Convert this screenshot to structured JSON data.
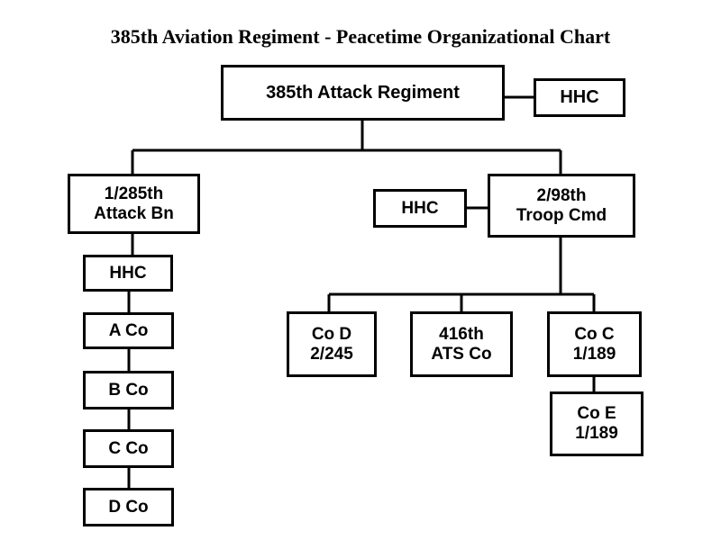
{
  "title": "385th Aviation Regiment - Peacetime Organizational Chart",
  "nodes": {
    "regiment": {
      "line1": "385th Attack Regiment"
    },
    "regiment_hhc": {
      "line1": "HHC"
    },
    "bn_1_285": {
      "line1": "1/285th",
      "line2": "Attack Bn"
    },
    "bn_hhc": {
      "line1": "HHC"
    },
    "a_co": {
      "line1": "A Co"
    },
    "b_co": {
      "line1": "B Co"
    },
    "c_co": {
      "line1": "C Co"
    },
    "d_co": {
      "line1": "D Co"
    },
    "troop_cmd": {
      "line1": "2/98th",
      "line2": "Troop Cmd"
    },
    "troop_hhc": {
      "line1": "HHC"
    },
    "co_d_245": {
      "line1": "Co D",
      "line2": "2/245"
    },
    "ats_co": {
      "line1": "416th",
      "line2": "ATS Co"
    },
    "co_c_189": {
      "line1": "Co C",
      "line2": "1/189"
    },
    "co_e_189": {
      "line1": "Co E",
      "line2": "1/189"
    }
  }
}
